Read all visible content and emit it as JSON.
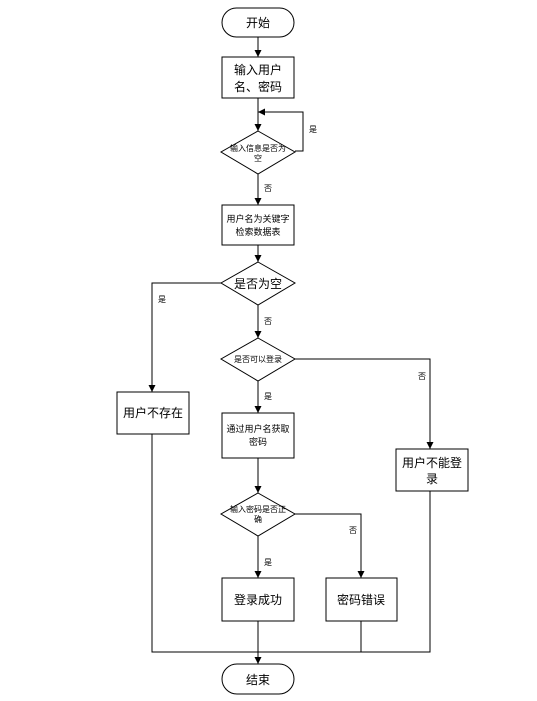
{
  "diagram": {
    "nodes": {
      "start": "开始",
      "input_credentials": [
        "输入用户",
        "名、密码"
      ],
      "check_input_empty": [
        "输入信息是否为",
        "空"
      ],
      "query_table": [
        "用户名为关键字",
        "检索数据表"
      ],
      "check_result_empty": "是否为空",
      "check_can_login": "是否可以登录",
      "user_not_exist": "用户不存在",
      "get_password": [
        "通过用户名获取",
        "密码"
      ],
      "user_cannot_login": [
        "用户不能登",
        "录"
      ],
      "check_password": [
        "输入密码是否正",
        "确"
      ],
      "login_success": "登录成功",
      "password_error": "密码错误",
      "end": "结束"
    },
    "edge_labels": {
      "input_empty_yes": "是",
      "input_empty_no": "否",
      "result_empty_yes": "是",
      "result_empty_no": "否",
      "can_login_yes": "是",
      "can_login_no": "否",
      "password_yes": "是",
      "password_no": "否"
    }
  }
}
